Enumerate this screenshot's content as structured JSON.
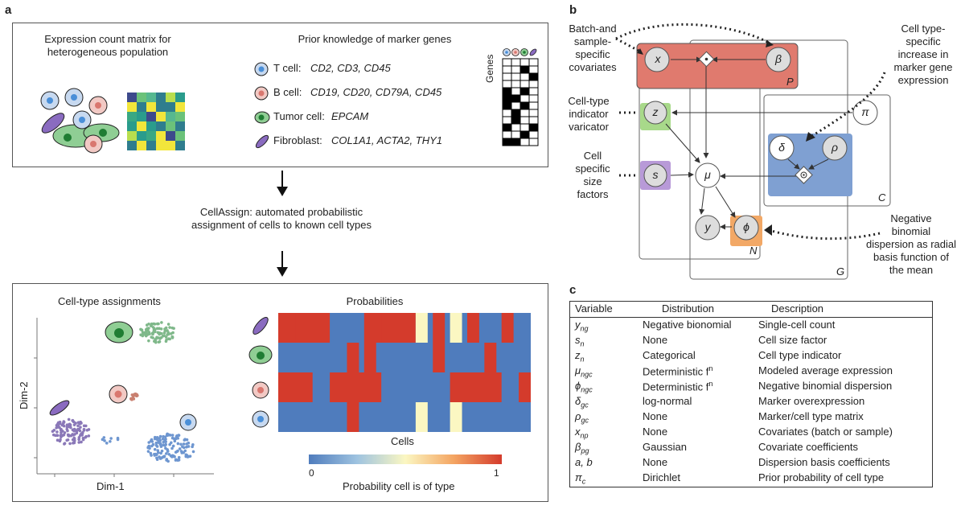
{
  "panels": {
    "a": "a",
    "b": "b",
    "c": "c"
  },
  "panel_a": {
    "matrix_title": [
      "Expression count matrix for",
      "heterogeneous population"
    ],
    "prior_title": "Prior knowledge of marker genes",
    "markers": [
      {
        "cell": "T cell:",
        "genes": "CD2, CD3, CD45",
        "color": "#4a8fd8"
      },
      {
        "cell": "B cell:",
        "genes": "CD19, CD20, CD79A, CD45",
        "color": "#d9776f"
      },
      {
        "cell": "Tumor cell:",
        "genes": "EPCAM",
        "color": "#8fce94"
      },
      {
        "cell": "Fibroblast:",
        "genes": "COL1A1, ACTA2, THY1",
        "color": "#8a6bc0"
      }
    ],
    "genes_label": "Genes",
    "binary_matrix": [
      [
        0,
        0,
        0,
        0
      ],
      [
        0,
        0,
        1,
        0
      ],
      [
        0,
        0,
        0,
        1
      ],
      [
        0,
        0,
        0,
        0
      ],
      [
        1,
        0,
        1,
        0
      ],
      [
        1,
        1,
        0,
        0
      ],
      [
        1,
        0,
        1,
        0
      ],
      [
        0,
        1,
        0,
        0
      ],
      [
        0,
        1,
        0,
        0
      ],
      [
        1,
        0,
        0,
        1
      ],
      [
        0,
        0,
        1,
        0
      ],
      [
        1,
        1,
        0,
        0
      ]
    ],
    "step_text": [
      "CellAssign: automated probabilistic",
      "assignment of cells to known cell types"
    ],
    "assignments_title": "Cell-type assignments",
    "dim1": "Dim-1",
    "dim2": "Dim-2",
    "probabilities_title": "Probabilities",
    "cells_label": "Cells",
    "colorbar_min": "0",
    "colorbar_max": "1",
    "colorbar_label": "Probability cell is of type"
  },
  "panel_b": {
    "annotations": {
      "batch": [
        "Batch-and",
        "sample-",
        "specific",
        "covariates"
      ],
      "cell_type_specific": [
        "Cell type-",
        "specific",
        "increase in",
        "marker gene",
        "expression"
      ],
      "indicator": [
        "Cell-type",
        "indicator",
        "varicator"
      ],
      "size": [
        "Cell",
        "specific",
        "size",
        "factors"
      ],
      "nb": [
        "Negative",
        "binomial",
        "dispersion as radial",
        "basis function of",
        "the mean"
      ]
    },
    "nodes": {
      "x": "x",
      "beta": "β",
      "z": "z",
      "pi": "π",
      "delta": "δ",
      "rho": "ρ",
      "s": "s",
      "mu": "μ",
      "y": "y",
      "phi": "ϕ"
    },
    "plates": {
      "P": "P",
      "C": "C",
      "N": "N",
      "G": "G"
    }
  },
  "panel_c": {
    "headers": [
      "Variable",
      "Distribution",
      "Description"
    ],
    "rows": [
      {
        "var": "y",
        "sub": "ng",
        "dist": "Negative bionomial",
        "desc": "Single-cell count"
      },
      {
        "var": "s",
        "sub": "n",
        "dist": "None",
        "desc": "Cell size factor"
      },
      {
        "var": "z",
        "sub": "n",
        "dist": "Categorical",
        "desc": "Cell type indicator"
      },
      {
        "var": "μ",
        "sub": "ngc",
        "dist": "Deterministic f",
        "sup": "n",
        "desc": "Modeled average expression"
      },
      {
        "var": "ϕ",
        "sub": "ngc",
        "dist": "Deterministic f",
        "sup": "n",
        "desc": "Negative binomial dispersion"
      },
      {
        "var": "δ",
        "sub": "gc",
        "dist": "log-normal",
        "desc": "Marker overexpression"
      },
      {
        "var": "ρ",
        "sub": "gc",
        "dist": "None",
        "desc": "Marker/cell type matrix"
      },
      {
        "var": "x",
        "sub": "np",
        "dist": "None",
        "desc": "Covariates (batch or sample)"
      },
      {
        "var": "β",
        "sub": "pg",
        "dist": "Gaussian",
        "desc": "Covariate coefficients"
      },
      {
        "var": "a, b",
        "sub": "",
        "dist": "None",
        "desc": "Dispersion basis coefficients"
      },
      {
        "var": "π",
        "sub": "c",
        "dist": "Dirichlet",
        "desc": "Prior probability of cell type"
      }
    ]
  }
}
